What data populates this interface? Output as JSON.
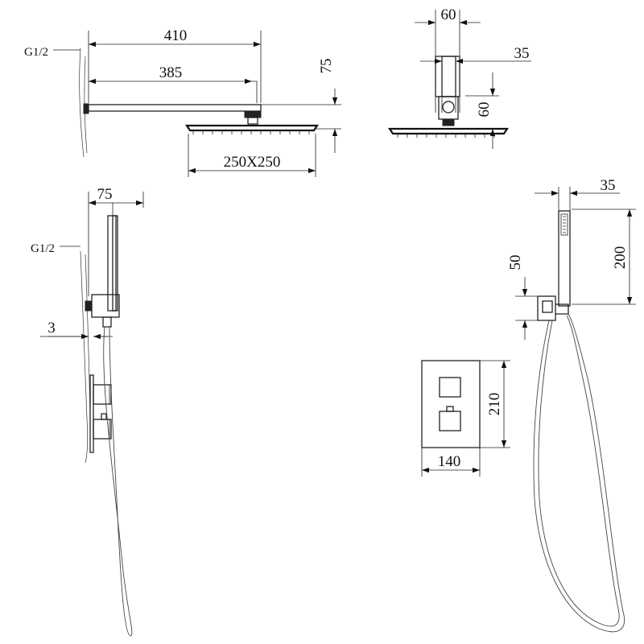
{
  "dimensions": {
    "arm_total": "410",
    "arm_reach": "385",
    "arm_drop": "75",
    "head_size": "250X250",
    "side_width": "60",
    "side_depth": "35",
    "side_height": "60",
    "bracket_depth": "75",
    "wall_gap": "3",
    "handset_depth": "35",
    "handset_length": "200",
    "holder_height": "50",
    "valve_height": "210",
    "valve_width": "140"
  },
  "labels": {
    "thread_top": "G1/2",
    "thread_bottom": "G1/2"
  }
}
